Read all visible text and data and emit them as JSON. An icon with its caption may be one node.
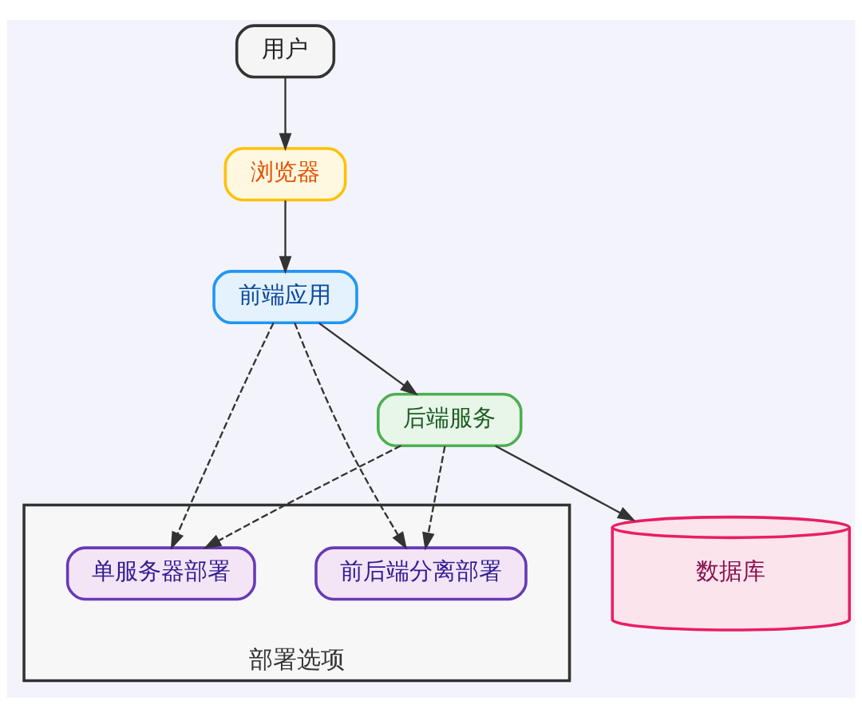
{
  "diagram": {
    "nodes": [
      {
        "text": [
          "用户"
        ]
      },
      {
        "text": [
          "浏览器"
        ]
      },
      {
        "text": [
          "前端应用"
        ]
      },
      {
        "text": [
          "后端服务"
        ]
      },
      {
        "text": [
          "部署选项"
        ]
      },
      {
        "text": [
          "单服务器部署"
        ],
        "in": 4
      },
      {
        "text": [
          "前后端分离部署"
        ],
        "in": 4
      },
      {
        "text": [
          "数据库"
        ]
      }
    ],
    "edges": [
      {
        "from": 0,
        "to": 1,
        "arrow": "to"
      },
      {
        "from": 1,
        "to": 2,
        "arrow": "to"
      },
      {
        "from": 2,
        "to": 3,
        "arrow": "to"
      },
      {
        "from": 2,
        "to": 5,
        "arrow": "to",
        "style": "dashed"
      },
      {
        "from": 2,
        "to": 6,
        "arrow": "to",
        "style": "dashed"
      },
      {
        "from": 3,
        "to": 5,
        "arrow": "to",
        "style": "dashed"
      },
      {
        "from": 3,
        "to": 6,
        "arrow": "to",
        "style": "dashed"
      },
      {
        "from": 3,
        "to": 7,
        "arrow": "to"
      }
    ]
  }
}
